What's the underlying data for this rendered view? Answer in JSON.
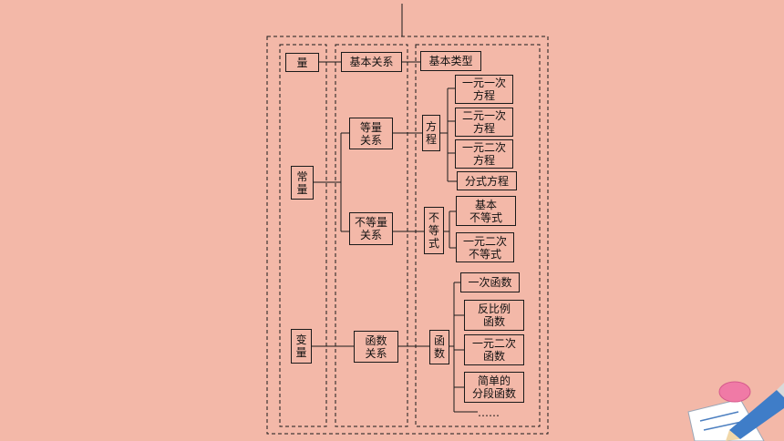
{
  "diagram": {
    "quantity": "量",
    "basic_relation": "基本关系",
    "basic_type": "基本类型",
    "constant": "常\n量",
    "variable": "变\n量",
    "equal_relation": "等量\n关系",
    "unequal_relation": "不等量\n关系",
    "function_relation": "函数\n关系",
    "equation": "方\n程",
    "inequality": "不\n等\n式",
    "function": "函\n数",
    "equations": [
      "一元一次\n方程",
      "二元一次\n方程",
      "一元二次\n方程",
      "分式方程"
    ],
    "inequalities": [
      "基本\n不等式",
      "一元二次\n不等式"
    ],
    "functions": [
      "一次函数",
      "反比例\n函数",
      "一元二次\n函数",
      "简单的\n分段函数"
    ],
    "ellipsis": "……"
  },
  "colors": {
    "background": "#f3b8a8",
    "line": "#1a1a1a"
  },
  "decoration": "paper-and-pencil-icon"
}
